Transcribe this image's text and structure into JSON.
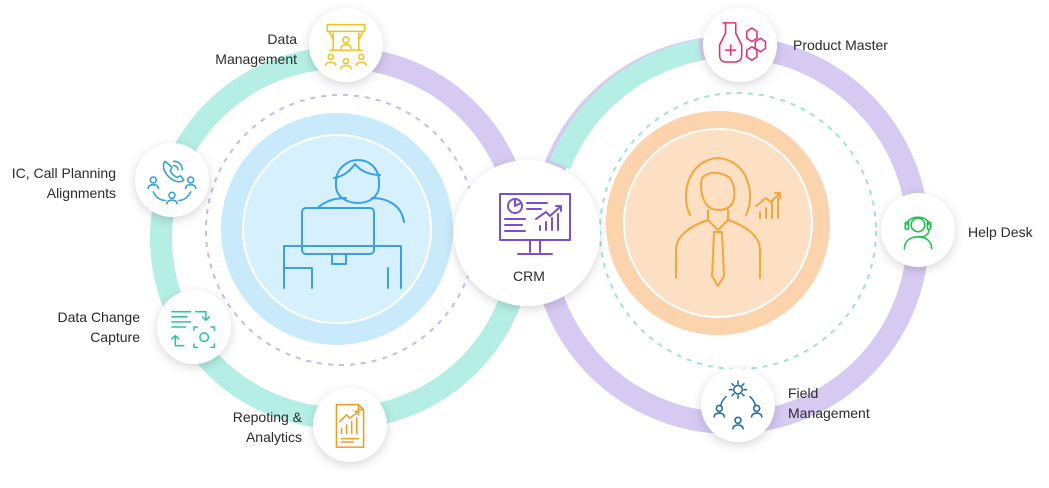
{
  "center": {
    "label": "CRM",
    "icon": "crm-dashboard-monitor-icon"
  },
  "left_hub": {
    "icon": "user-at-computer-icon",
    "colors": {
      "ring": "#b5eee4",
      "fill": "#c9eafb",
      "inner": "#cde9fa",
      "stroke": "#3aa1e8"
    }
  },
  "right_hub": {
    "icon": "businesswoman-growth-icon",
    "colors": {
      "ring": "#d6c9f2",
      "fill": "#fbd3ad",
      "inner": "#fde0c4",
      "stroke": "#f4a63a"
    }
  },
  "nodes": [
    {
      "id": "data-management",
      "lines": [
        "Data",
        "Management"
      ],
      "icon": "data-management-icon",
      "color": "#f0c21b"
    },
    {
      "id": "ic-call-planning",
      "lines": [
        "IC, Call Planning",
        "Alignments"
      ],
      "icon": "call-planning-icon",
      "color": "#2e9fe0"
    },
    {
      "id": "data-change-capture",
      "lines": [
        "Data Change",
        "Capture"
      ],
      "icon": "data-change-capture-icon",
      "color": "#2fc3a6"
    },
    {
      "id": "reporting-analytics",
      "lines": [
        "Repoting &",
        "Analytics"
      ],
      "icon": "report-analytics-icon",
      "color": "#f39a21"
    },
    {
      "id": "product-master",
      "lines": [
        "Product Master"
      ],
      "icon": "product-master-icon",
      "color": "#e52c74"
    },
    {
      "id": "help-desk",
      "lines": [
        "Help Desk"
      ],
      "icon": "help-desk-headset-icon",
      "color": "#1fbd52"
    },
    {
      "id": "field-management",
      "lines": [
        "Field",
        "Management"
      ],
      "icon": "field-management-icon",
      "color": "#1f6aa3"
    }
  ]
}
